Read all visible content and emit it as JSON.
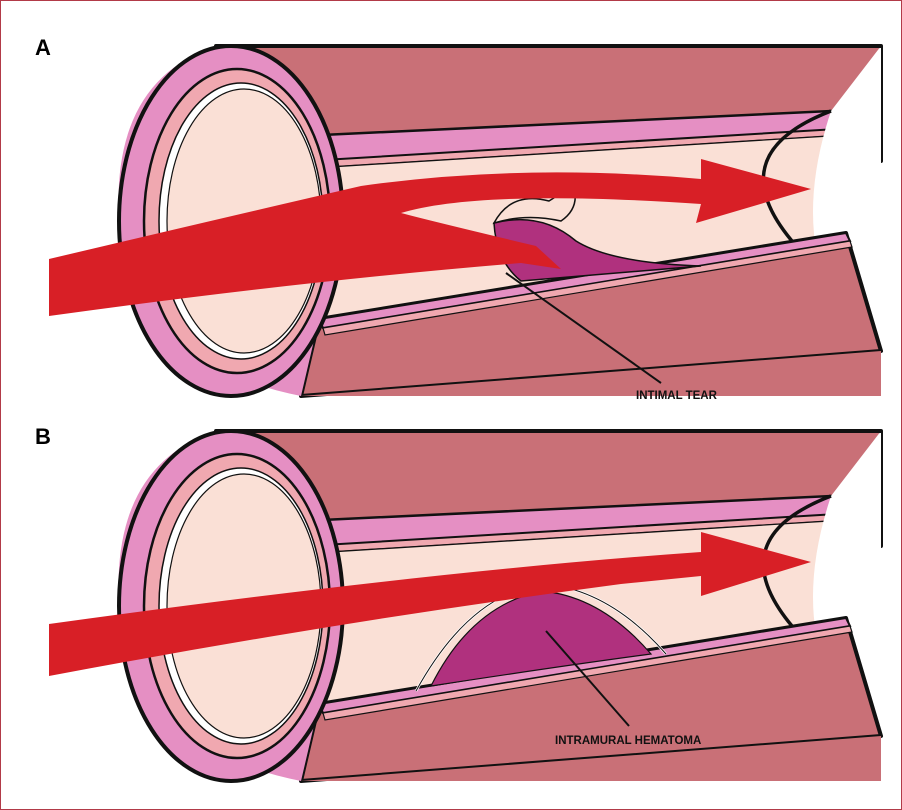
{
  "panels": [
    {
      "label": "A",
      "annotation": "INTIMAL TEAR"
    },
    {
      "label": "B",
      "annotation": "INTRAMURAL HEMATOMA"
    }
  ],
  "colors": {
    "outer_wall": "#c97077",
    "outer_wall_top": "#d38890",
    "media": "#e58fc3",
    "intima": "#f0a8b0",
    "lumen": "#fae0d6",
    "blood": "#d81f26",
    "hematoma": "#b0317e",
    "outline": "#111111",
    "border": "#b23a48"
  },
  "icons": [
    "flow-arrow",
    "vessel-cross-section"
  ]
}
